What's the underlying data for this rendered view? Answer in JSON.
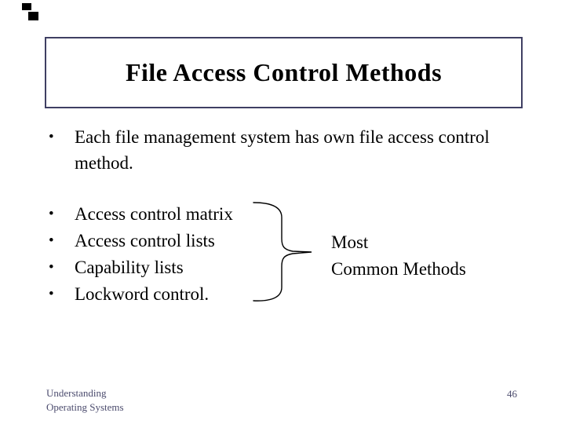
{
  "slide": {
    "title": "File Access Control Methods",
    "bullet_char": "•",
    "bullet1": {
      "text": "Each file management system has own file access control method.",
      "lines": [
        "Each file management system has own file access control",
        "method."
      ]
    },
    "methods": [
      "Access control matrix",
      "Access control lists",
      "Capability lists",
      "Lockword control."
    ],
    "brace_label": {
      "text": "Most Common Methods",
      "lines": [
        "Most",
        "Common Methods"
      ]
    },
    "footer": {
      "text": "Understanding Operating Systems",
      "lines": [
        "Understanding",
        "Operating Systems"
      ]
    },
    "page_number": "46",
    "colors": {
      "background": "#ffffff",
      "body_text": "#000000",
      "title_text": "#000000",
      "box_border": "#3f3f63",
      "footer_text": "#4c4c6e"
    }
  }
}
